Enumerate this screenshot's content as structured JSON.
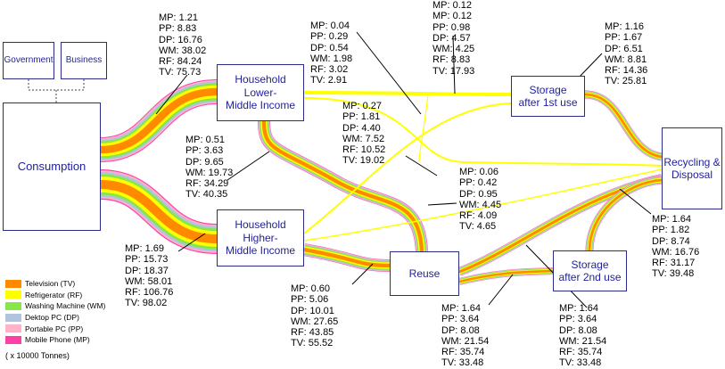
{
  "colors": {
    "television": "#ff8a00",
    "refrigerator": "#ffff00",
    "washing_machine": "#88e64a",
    "desktop_pc": "#b0c4de",
    "portable_pc": "#ffb3c8",
    "mobile_phone": "#ff3fa8",
    "box_border": "#2b2b8a",
    "box_text": "#1f1f9a"
  },
  "nodes": {
    "government": "Government",
    "business": "Business",
    "consumption": "Consumption",
    "household_lower": [
      "Household Lower-",
      "Middle Income"
    ],
    "household_higher": [
      "Household Higher-",
      "Middle Income"
    ],
    "storage_1st": [
      "Storage",
      "after 1st use"
    ],
    "reuse": "Reuse",
    "storage_2nd": [
      "Storage",
      "after 2nd use"
    ],
    "recycling": [
      "Recycling &",
      "Disposal"
    ]
  },
  "legend": {
    "items": [
      {
        "label": "Television (TV)",
        "color_key": "television"
      },
      {
        "label": "Refrigerator (RF)",
        "color_key": "refrigerator"
      },
      {
        "label": "Washing Machine (WM)",
        "color_key": "washing_machine"
      },
      {
        "label": "Dektop PC (DP)",
        "color_key": "desktop_pc"
      },
      {
        "label": "Portable PC (PP)",
        "color_key": "portable_pc"
      },
      {
        "label": "Mobile Phone (MP)",
        "color_key": "mobile_phone"
      }
    ],
    "unit": "( x 10000 Tonnes)"
  },
  "flows": {
    "consumption_to_lower": [
      "MP: 1.21",
      "PP: 8.83",
      "DP: 16.76",
      "WM: 38.02",
      "RF: 84.24",
      "TV: 75.73"
    ],
    "consumption_to_higher": [
      "MP: 1.69",
      "PP: 15.73",
      "DP: 18.37",
      "WM: 58.01",
      "RF: 106.76",
      "TV: 98.02"
    ],
    "lower_to_storage1": [
      "MP: 0.04",
      "PP: 0.29",
      "DP: 0.54",
      "WM: 1.98",
      "RF: 3.02",
      "TV: 2.91"
    ],
    "higher_to_storage1": [
      "MP: 0.12",
      "MP: 0.12",
      "PP: 0.98",
      "DP: 4.57",
      "WM: 4.25",
      "RF: 8.83",
      "TV: 17.93"
    ],
    "storage1_to_recycling": [
      "MP: 1.16",
      "PP: 1.67",
      "DP: 6.51",
      "WM: 8.81",
      "RF: 14.36",
      "TV: 25.81"
    ],
    "lower_to_recycling": [
      "MP: 0.27",
      "PP: 1.81",
      "DP: 4.40",
      "WM: 7.52",
      "RF: 10.52",
      "TV: 19.02"
    ],
    "lower_to_reuse": [
      "MP: 0.51",
      "PP: 3.63",
      "DP: 9.65",
      "WM: 19.73",
      "RF: 34.29",
      "TV: 40.35"
    ],
    "higher_to_recycling": [
      "MP: 0.06",
      "PP: 0.42",
      "DP: 0.95",
      "WM: 4.45",
      "RF: 4.09",
      "TV: 4.65"
    ],
    "storage2_to_recycling": [
      "MP: 1.64",
      "PP: 1.82",
      "DP: 8.74",
      "WM: 16.76",
      "RF: 31.17",
      "TV: 39.48"
    ],
    "higher_to_reuse": [
      "MP: 0.60",
      "PP: 5.06",
      "DP: 10.01",
      "WM: 27.65",
      "RF: 43.85",
      "TV: 55.52"
    ],
    "reuse_to_storage2": [
      "MP: 1.64",
      "PP: 3.64",
      "DP: 8.08",
      "WM: 21.54",
      "RF: 35.74",
      "TV: 33.48"
    ],
    "reuse_to_recycling": [
      "MP: 1.64",
      "PP: 3.64",
      "DP: 8.08",
      "WM: 21.54",
      "RF: 35.74",
      "TV: 33.48"
    ]
  }
}
